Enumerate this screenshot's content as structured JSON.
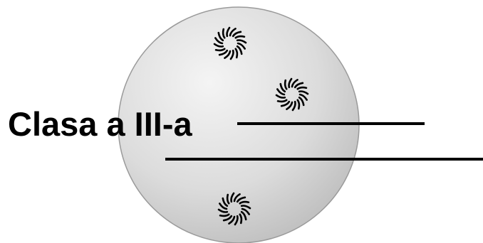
{
  "diagram": {
    "caption": "Clasa a III-a",
    "colors": {
      "disc_fill_light": "#f4f4f4",
      "disc_fill_dark": "#bdbdbd",
      "disc_stroke": "#9a9a9a",
      "line": "#000000",
      "marker": "#000000",
      "text": "#000000"
    },
    "markers": [
      {
        "name": "dashed-ring-icon-top",
        "shape": "dashed-ring"
      },
      {
        "name": "dashed-ring-icon-middle",
        "shape": "dashed-ring"
      },
      {
        "name": "dashed-ring-icon-bottom",
        "shape": "dashed-ring"
      }
    ]
  }
}
